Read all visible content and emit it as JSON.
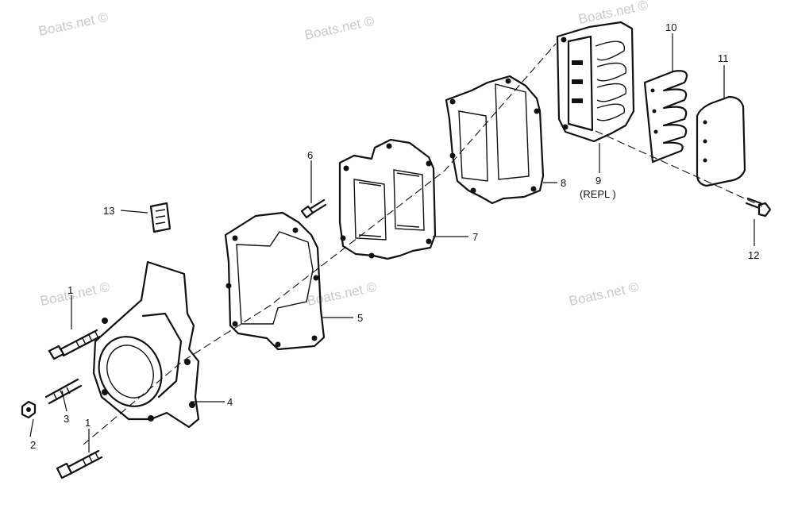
{
  "watermark": "Boats.net ©",
  "callouts": {
    "c1a": "1",
    "c1b": "1",
    "c2": "2",
    "c3": "3",
    "c4": "4",
    "c5": "5",
    "c6": "6",
    "c7": "7",
    "c8": "8",
    "c9": "9",
    "c9_note": "(REPL )",
    "c10": "10",
    "c11": "11",
    "c12": "12",
    "c13": "13"
  }
}
